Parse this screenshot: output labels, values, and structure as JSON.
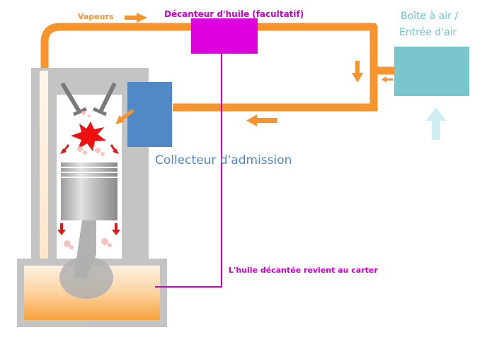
{
  "labels": {
    "vapeurs": "Vapeurs",
    "decanteur": "Décanteur d'huile (facultatif)",
    "boite_line1": "Boîte à air /",
    "boite_line2": "Entrée d'air",
    "collecteur": "Collecteur d'admission",
    "huile_retour": "L'huile décantée revient au carter"
  },
  "colors": {
    "vapour_pipe": "#f7942d",
    "oil_return": "#cc00cc",
    "decanter": "#dd00dd",
    "air_box": "#79c7cc",
    "intake_manifold": "#5089c6",
    "engine_block": "#c4c4c4",
    "explosion": "#ee1111",
    "air_arrow": "#cfeef1"
  },
  "icons": [
    "vapour-arrow-right",
    "return-arrow-left",
    "down-arrow",
    "air-inflow-arrow-up",
    "spark-icon",
    "pressure-arrow-down"
  ]
}
